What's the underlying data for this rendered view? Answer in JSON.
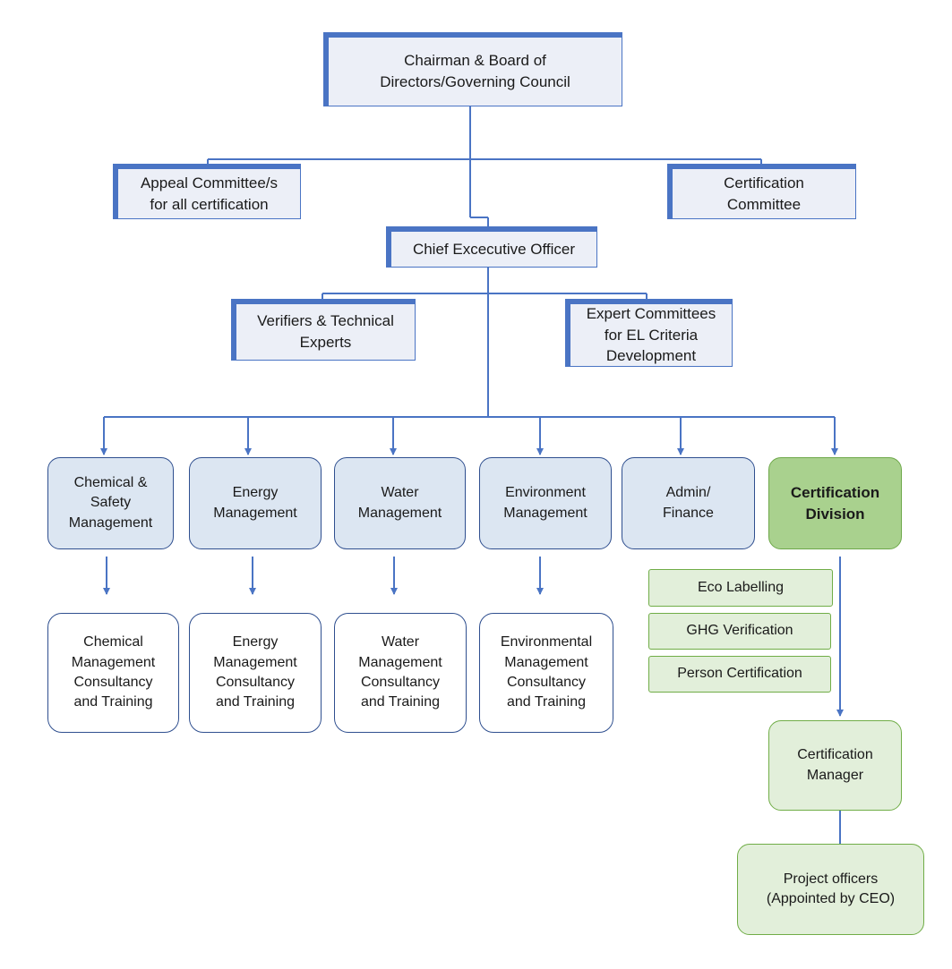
{
  "colors": {
    "connector": "#4a74c4",
    "governance_fill": "#eceff7",
    "department_fill": "#dce6f2",
    "certification_division_fill": "#a9d18e",
    "certification_function_fill": "#e2efda"
  },
  "governance": {
    "chairman": "Chairman & Board of\nDirectors/Governing Council",
    "appeal": "Appeal Committee/s\nfor all certification",
    "certification_committee": "Certification\nCommittee",
    "ceo": "Chief Excecutive Officer",
    "verifiers": "Verifiers & Technical\nExperts",
    "expert_committees": "Expert Committees\nfor EL Criteria\nDevelopment"
  },
  "departments": [
    {
      "label": "Chemical &\nSafety\nManagement"
    },
    {
      "label": "Energy\nManagement"
    },
    {
      "label": "Water\nManagement"
    },
    {
      "label": "Environment\nManagement"
    },
    {
      "label": "Admin/\nFinance"
    },
    {
      "label": "Certification\nDivision"
    }
  ],
  "consultancy": [
    {
      "label": "Chemical\nManagement\nConsultancy\nand Training"
    },
    {
      "label": "Energy\nManagement\nConsultancy\nand Training"
    },
    {
      "label": "Water\nManagement\nConsultancy\nand Training"
    },
    {
      "label": "Environmental\nManagement\nConsultancy\nand Training"
    }
  ],
  "certification_functions": [
    {
      "label": "Eco Labelling"
    },
    {
      "label": "GHG Verification"
    },
    {
      "label": "Person Certification"
    }
  ],
  "certification_manager": "Certification\nManager",
  "project_officers": "Project officers\n(Appointed by CEO)"
}
